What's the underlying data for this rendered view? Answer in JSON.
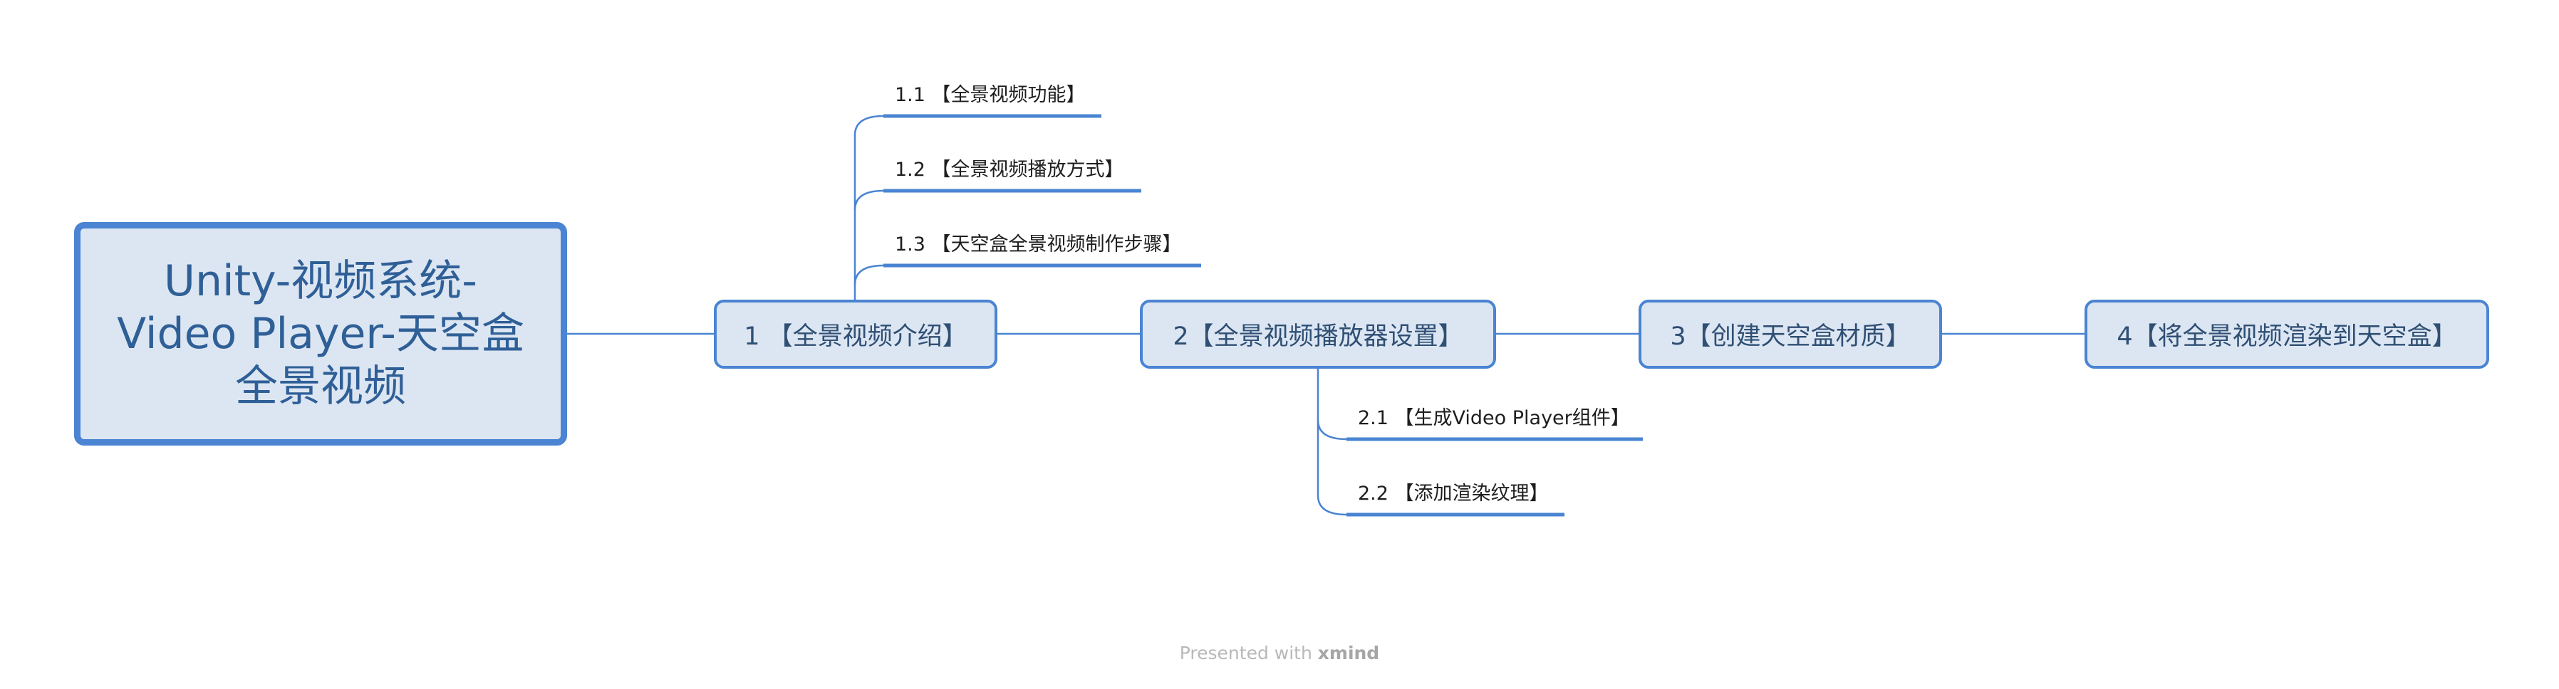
{
  "mindmap": {
    "root": {
      "label": "Unity-视频系统-\nVideo Player-天空盒\n全景视频"
    },
    "main_topics": [
      {
        "label": "1 【全景视频介绍】",
        "subtopics": [
          "1.1 【全景视频功能】",
          "1.2 【全景视频播放方式】",
          "1.3 【天空盒全景视频制作步骤】"
        ]
      },
      {
        "label": "2【全景视频播放器设置】",
        "subtopics": [
          "2.1 【生成Video Player组件】",
          "2.2 【添加渲染纹理】"
        ]
      },
      {
        "label": "3【创建天空盒材质】",
        "subtopics": []
      },
      {
        "label": "4【将全景视频渲染到天空盒】",
        "subtopics": []
      }
    ]
  },
  "watermark": {
    "prefix": "Presented with",
    "brand": "xmind"
  },
  "colors": {
    "accent": "#4a84d2",
    "node_fill": "#dce6f2",
    "root_text": "#2f5f97",
    "topic_text": "#2f4f74",
    "watermark": "#b8b8b8"
  }
}
